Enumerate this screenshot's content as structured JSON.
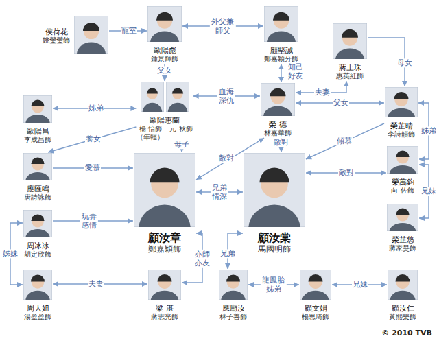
{
  "diagram": {
    "nodes": [
      {
        "text": [
          "侯荷花",
          "姚瑩瑩飾"
        ]
      },
      {
        "text": [
          "歐陽彪",
          "鍾景輝飾"
        ]
      },
      {
        "text": [
          "顧堅誠",
          "鄭嘉穎分飾"
        ]
      },
      {
        "text": [
          "蔣上珠",
          "惠英紅飾"
        ]
      },
      {
        "text": [
          "歐陽惠蘭",
          "楊 怡飾",
          "元 秋飾",
          "（年輕）"
        ]
      },
      {
        "text": [
          "榮 德",
          "林嘉華飾"
        ]
      },
      {
        "text": [
          "歐陽昌",
          "李成昌飾"
        ]
      },
      {
        "text": [
          "榮芷晴",
          "李詩韻飾"
        ]
      },
      {
        "text": [
          "應匯鳴",
          "唐詩詠飾"
        ]
      },
      {
        "text": [
          "顧汝章",
          "鄭嘉穎飾"
        ]
      },
      {
        "text": [
          "顧汝棠",
          "馬國明飾"
        ]
      },
      {
        "text": [
          "榮萬鈞",
          "向 佐飾"
        ]
      },
      {
        "text": [
          "周冰冰",
          "胡定欣飾"
        ]
      },
      {
        "text": [
          "榮芷悠",
          "蔣家旻飾"
        ]
      },
      {
        "text": [
          "周大姐",
          "湯盈盈飾"
        ]
      },
      {
        "text": [
          "梁 湛",
          "蔣志光飾"
        ]
      },
      {
        "text": [
          "應廟汝",
          "林子善飾"
        ]
      },
      {
        "text": [
          "顧文娟",
          "楊思琦飾"
        ]
      },
      {
        "text": [
          "顧汝仁",
          "黃熙樂飾"
        ]
      }
    ],
    "edges": [
      {
        "from": 0,
        "to": 1,
        "label": "寵室",
        "arrow": "to"
      },
      {
        "from": 1,
        "to": 2,
        "label": "外父兼 師父",
        "arrow": "both"
      },
      {
        "from": 1,
        "to": 4,
        "label": "父女",
        "arrow": "to"
      },
      {
        "from": 2,
        "to": 5,
        "label": "知己 好友",
        "arrow": "both"
      },
      {
        "from": 3,
        "to": 5,
        "label": "夫妻",
        "arrow": "both"
      },
      {
        "from": 3,
        "to": 7,
        "label": "母女",
        "arrow": "to"
      },
      {
        "from": 6,
        "to": 4,
        "label": "姊弟",
        "arrow": "both"
      },
      {
        "from": 4,
        "to": 5,
        "label": "血海 深仇",
        "arrow": "both"
      },
      {
        "from": 5,
        "to": 7,
        "label": "父女",
        "arrow": "both"
      },
      {
        "from": 4,
        "to": 8,
        "label": "養女",
        "arrow": "to"
      },
      {
        "from": 4,
        "to": 9,
        "label": "母子",
        "arrow": "to"
      },
      {
        "from": 8,
        "to": 9,
        "label": "愛慕",
        "arrow": "to"
      },
      {
        "from": 5,
        "to": 9,
        "label": "敵對",
        "arrow": "both"
      },
      {
        "from": 5,
        "to": 10,
        "label": "敵對",
        "arrow": "both"
      },
      {
        "from": 7,
        "to": 10,
        "label": "傾慕",
        "arrow": "to"
      },
      {
        "from": 11,
        "to": 10,
        "label": "敵對",
        "arrow": "both"
      },
      {
        "from": 7,
        "to": 11,
        "label": "姊弟",
        "arrow": "both"
      },
      {
        "from": 11,
        "to": 13,
        "label": "兄妹",
        "arrow": "both"
      },
      {
        "from": 9,
        "to": 10,
        "label": "兄弟 情深",
        "arrow": "both"
      },
      {
        "from": 12,
        "to": 9,
        "label": "玩弄 感情",
        "arrow": "to"
      },
      {
        "from": 12,
        "to": 14,
        "label": "姊妹",
        "arrow": "both"
      },
      {
        "from": 14,
        "to": 15,
        "label": "夫妻",
        "arrow": "both"
      },
      {
        "from": 9,
        "to": 15,
        "label": "亦師 亦友",
        "arrow": "both"
      },
      {
        "from": 10,
        "to": 16,
        "label": "兄弟",
        "arrow": "both"
      },
      {
        "from": 16,
        "to": 17,
        "label": "龍鳳胎 姊弟",
        "arrow": "both"
      },
      {
        "from": 17,
        "to": 18,
        "label": "兄妹",
        "arrow": "both"
      }
    ],
    "labels": [
      "© 2010 TVB"
    ]
  }
}
